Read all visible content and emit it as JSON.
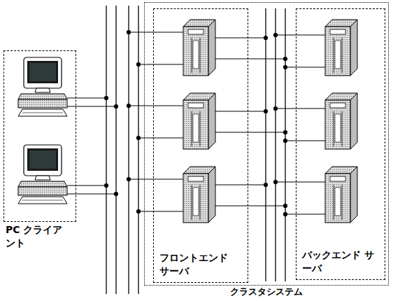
{
  "diagram": {
    "nodes": [
      {
        "text": [
          "PC クライアント"
        ]
      },
      {
        "text": [
          "クラスタシステム"
        ]
      },
      {
        "text": [
          "フロントエンド サーバ"
        ],
        "in": 1
      },
      {
        "text": [
          "バックエンド サーバ"
        ],
        "in": 1
      }
    ]
  }
}
